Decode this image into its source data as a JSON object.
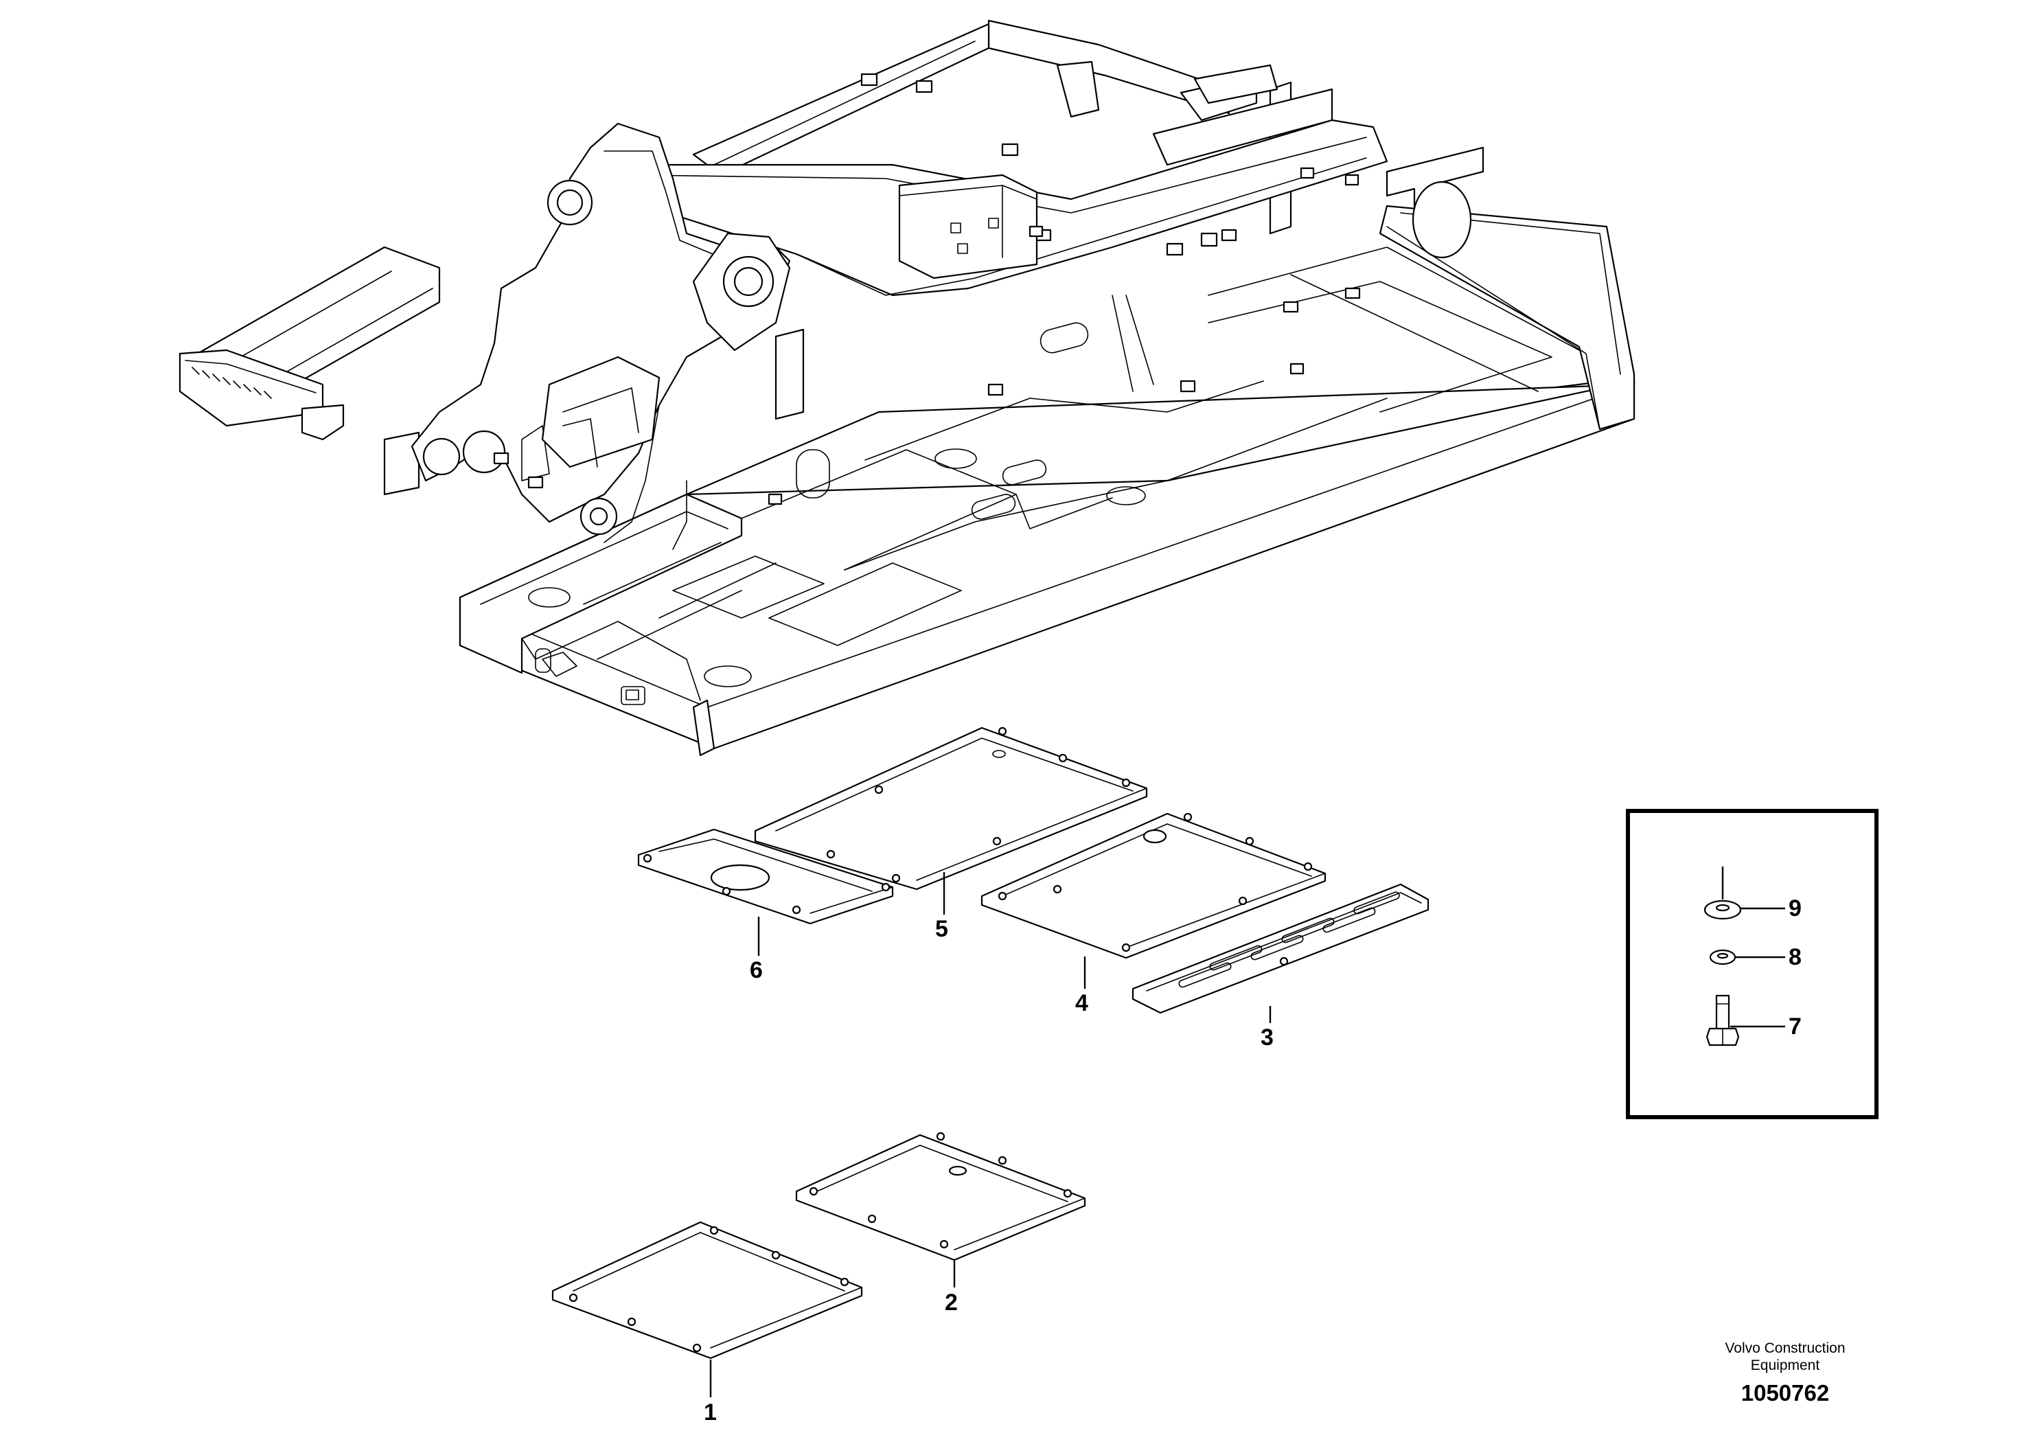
{
  "diagram": {
    "callouts": [
      {
        "id": "1",
        "label": "1"
      },
      {
        "id": "2",
        "label": "2"
      },
      {
        "id": "3",
        "label": "3"
      },
      {
        "id": "4",
        "label": "4"
      },
      {
        "id": "5",
        "label": "5"
      },
      {
        "id": "6",
        "label": "6"
      },
      {
        "id": "7",
        "label": "7"
      },
      {
        "id": "8",
        "label": "8"
      },
      {
        "id": "9",
        "label": "9"
      }
    ],
    "branding": {
      "company_line1": "Volvo Construction",
      "company_line2": "Equipment",
      "drawing_number": "1050762"
    }
  }
}
